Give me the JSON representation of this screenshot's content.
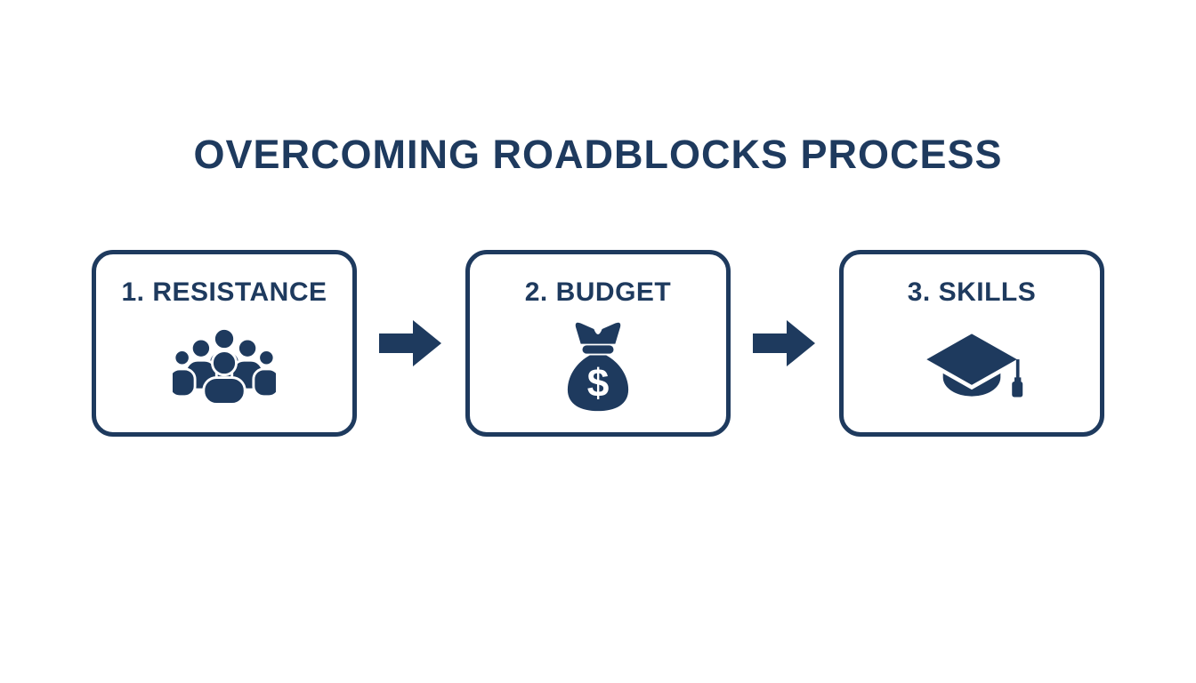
{
  "title": "OVERCOMING ROADBLOCKS PROCESS",
  "colors": {
    "accent_navy": "#1e3a5e",
    "background": "#ffffff"
  },
  "steps": [
    {
      "label": "1. RESISTANCE",
      "icon": "people-group-icon"
    },
    {
      "label": "2. BUDGET",
      "icon": "money-bag-icon",
      "symbol": "$"
    },
    {
      "label": "3. SKILLS",
      "icon": "graduation-cap-icon"
    }
  ],
  "connector": {
    "icon": "arrow-right-icon"
  }
}
